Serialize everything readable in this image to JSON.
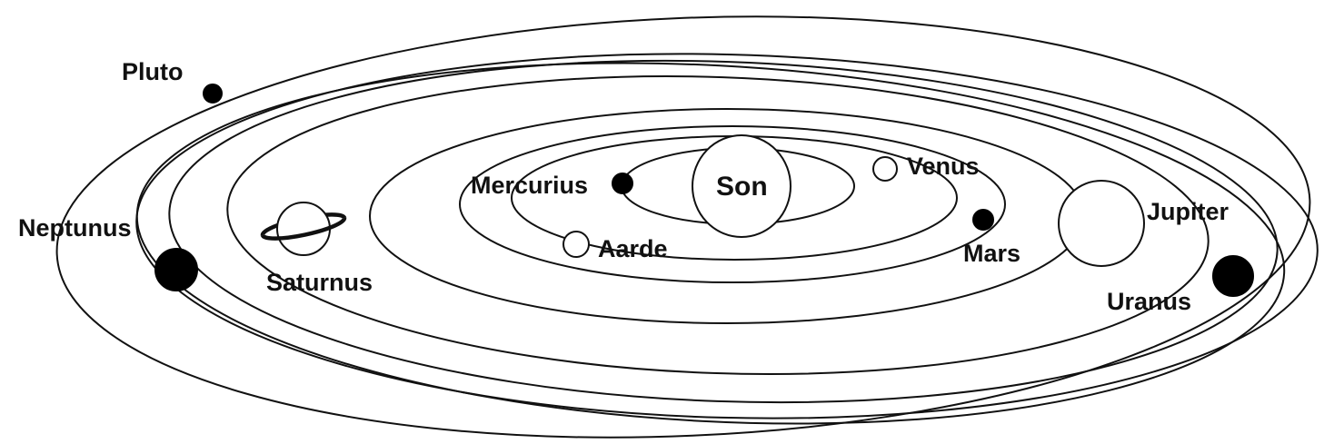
{
  "diagram": {
    "labels": {
      "son": "Son",
      "mercurius": "Mercurius",
      "venus": "Venus",
      "aarde": "Aarde",
      "mars": "Mars",
      "jupiter": "Jupiter",
      "saturnus": "Saturnus",
      "uranus": "Uranus",
      "neptunus": "Neptunus",
      "pluto": "Pluto"
    },
    "colors": {
      "ink": "#111111",
      "background": "#ffffff"
    }
  }
}
